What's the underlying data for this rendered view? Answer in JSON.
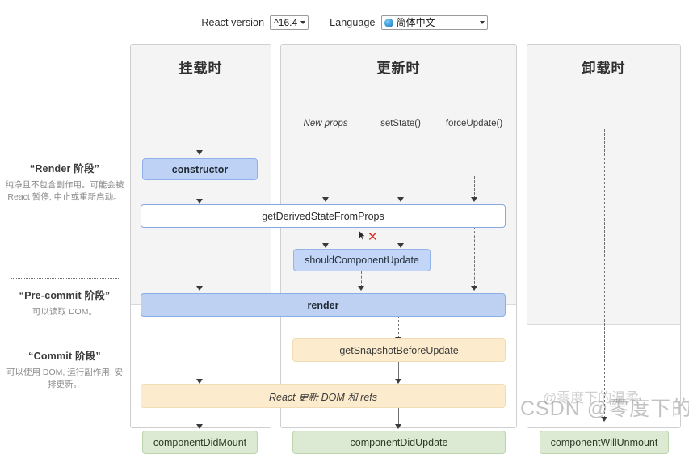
{
  "controls": {
    "version_label": "React version",
    "version_value": "^16.4",
    "language_label": "Language",
    "language_value": "简体中文",
    "globe_icon": "globe-icon",
    "caret_icon": "chevron-down-icon"
  },
  "phases": [
    {
      "title": "“Render 阶段”",
      "desc": "纯净且不包含副作用。可能会被 React 暂停, 中止或重新启动。"
    },
    {
      "title": "“Pre-commit 阶段”",
      "desc": "可以读取 DOM。"
    },
    {
      "title": "“Commit 阶段”",
      "desc": "可以使用 DOM, 运行副作用, 安排更新。"
    }
  ],
  "columns": [
    {
      "key": "mount",
      "title": "挂载时"
    },
    {
      "key": "update",
      "title": "更新时"
    },
    {
      "key": "unmount",
      "title": "卸载时"
    }
  ],
  "triggers": [
    {
      "label": "New props",
      "italic": true
    },
    {
      "label": "setState()",
      "italic": false
    },
    {
      "label": "forceUpdate()",
      "italic": false
    }
  ],
  "nodes": {
    "constructor": "constructor",
    "get_derived_state_from_props": "getDerivedStateFromProps",
    "should_component_update": "shouldComponentUpdate",
    "render": "render",
    "get_snapshot_before_update": "getSnapshotBeforeUpdate",
    "react_updates_dom": "React 更新 DOM 和 refs",
    "component_did_mount": "componentDidMount",
    "component_did_update": "componentDidUpdate",
    "component_will_unmount": "componentWillUnmount"
  },
  "markers": {
    "skip_x": "✕"
  },
  "watermark": {
    "text": "CSDN @零度下的温柔",
    "sub": "@零度下的温柔"
  },
  "colors": {
    "blue_fill": "#bed2f5",
    "blue_border": "#8fb0e8",
    "white_fill": "#ffffff",
    "amber_fill": "#fceccd",
    "green_fill": "#dcead3",
    "column_shade": "#f4f4f4",
    "x_red": "#d93025"
  }
}
